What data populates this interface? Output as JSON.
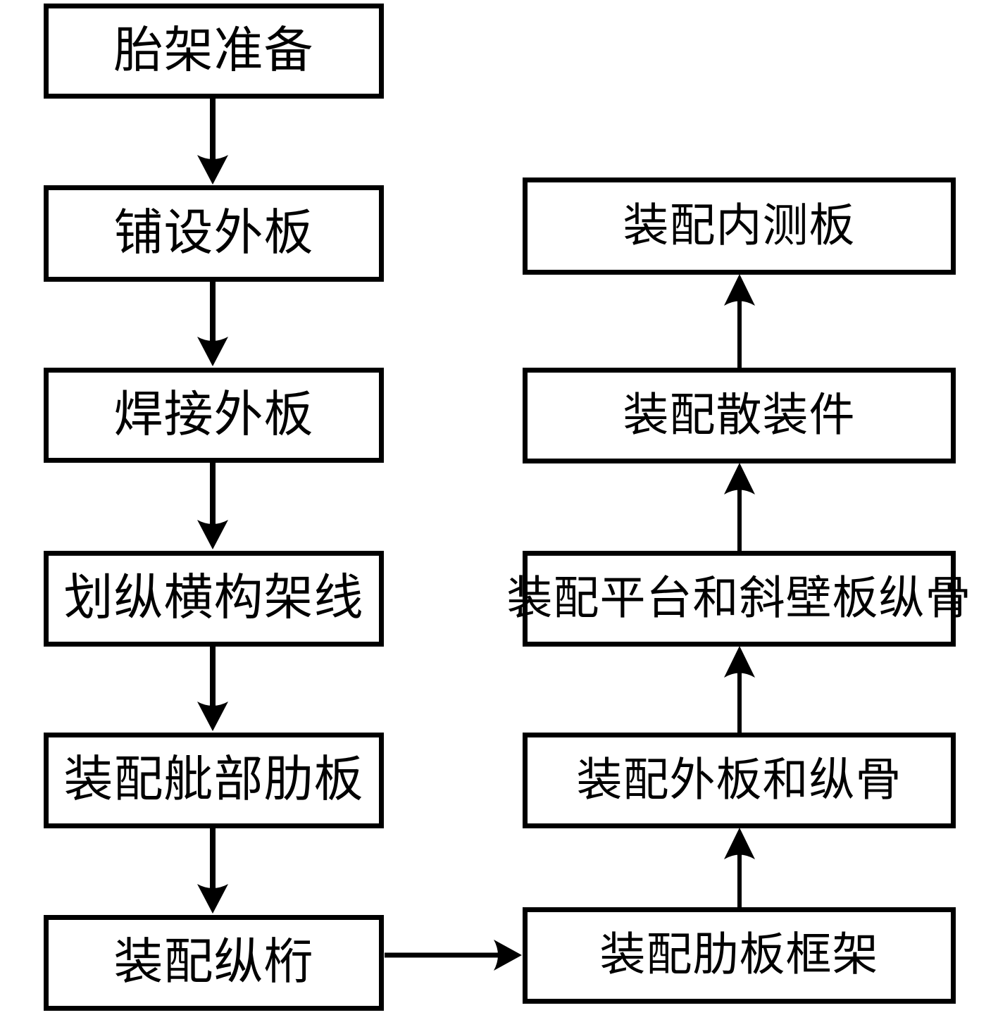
{
  "diagram": {
    "title": "assembly-process-flowchart",
    "colors": {
      "background": "#ffffff",
      "line": "#000000",
      "text": "#000000"
    },
    "left_column": [
      {
        "id": "jig-preparation",
        "label": "胎架准备"
      },
      {
        "id": "lay-shell-plate",
        "label": "铺设外板"
      },
      {
        "id": "weld-shell-plate",
        "label": "焊接外板"
      },
      {
        "id": "mark-frame-lines",
        "label": "划纵横构架线"
      },
      {
        "id": "assemble-bilge-floor-plates",
        "label": "装配舭部肋板"
      },
      {
        "id": "assemble-longitudinal-girders",
        "label": "装配纵桁"
      }
    ],
    "right_column": [
      {
        "id": "assemble-inner-plate",
        "label": "装配内测板"
      },
      {
        "id": "assemble-loose-fittings",
        "label": "装配散装件"
      },
      {
        "id": "assemble-platform-and-sloped-bulkhead-longitudinals",
        "label": "装配平台和斜壁板纵骨"
      },
      {
        "id": "assemble-shell-plate-and-longitudinals",
        "label": "装配外板和纵骨"
      },
      {
        "id": "assemble-floor-plate-frame",
        "label": "装配肋板框架"
      }
    ]
  }
}
